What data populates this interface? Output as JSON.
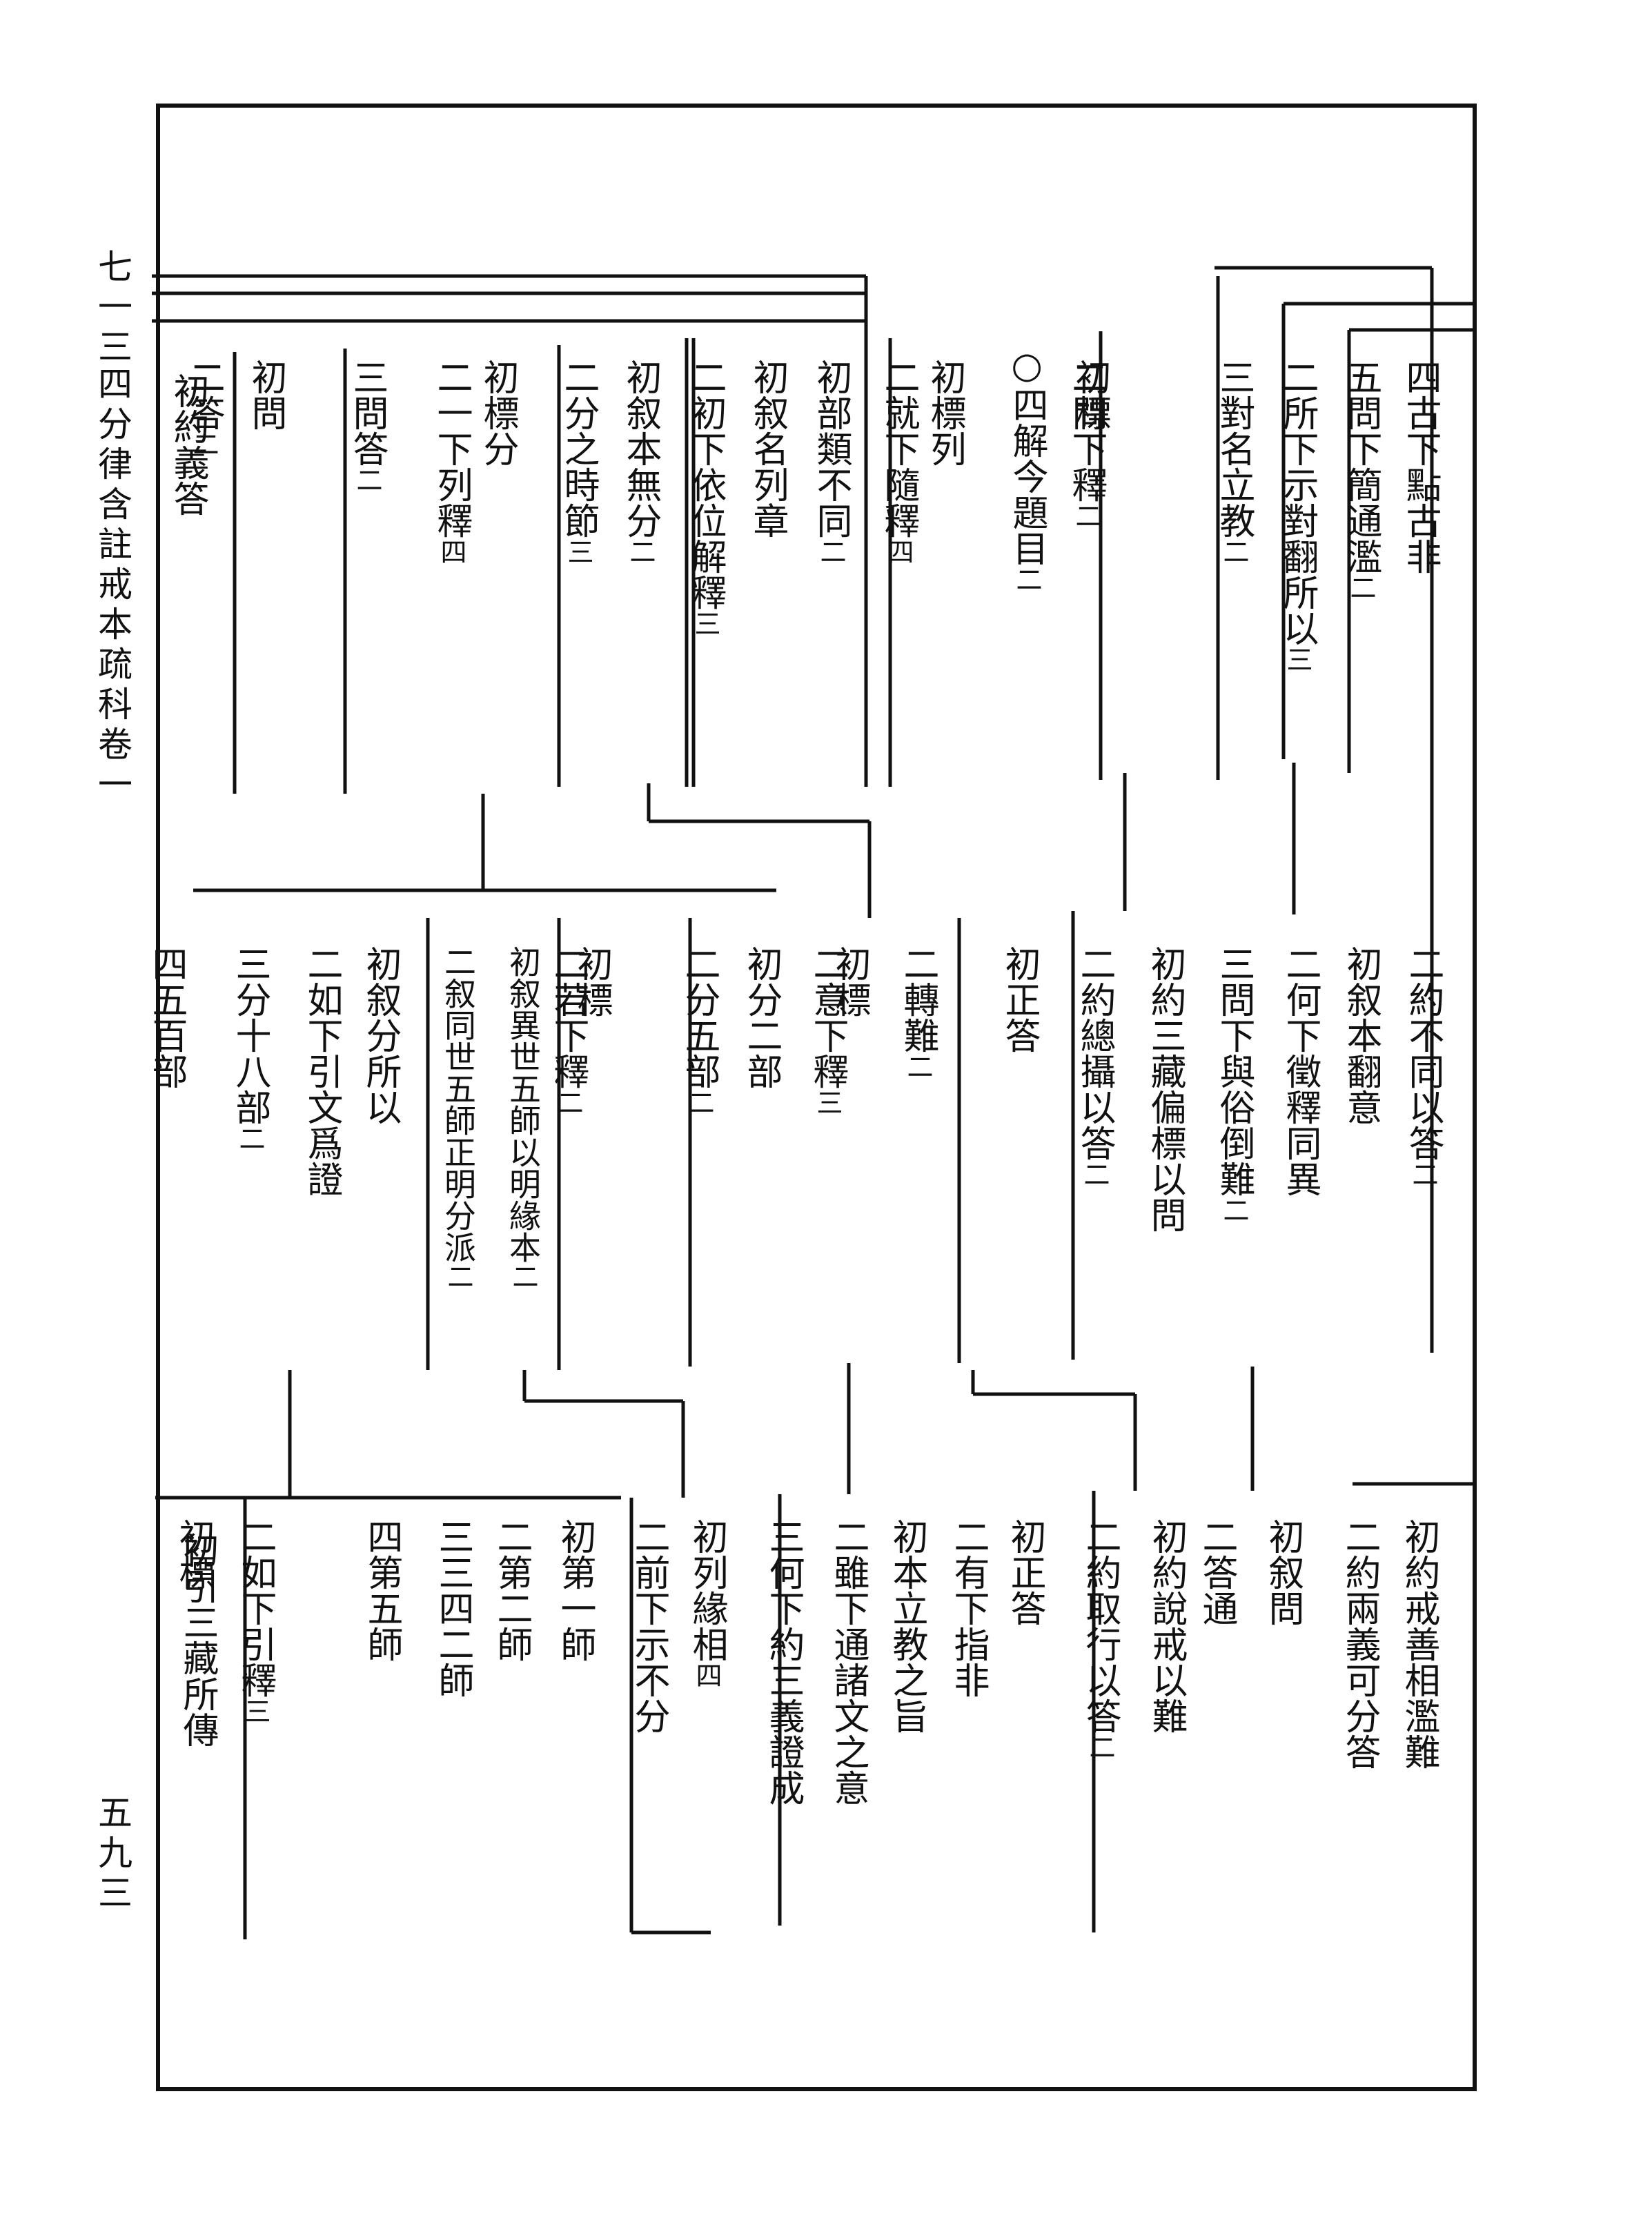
{
  "margin": {
    "folio_top": "七一三",
    "book_title": "四分律含註戒本疏科卷一",
    "page_number": "五九三"
  },
  "rows": [
    {
      "entries": [
        {
          "text": "四古下點古非",
          "num": ""
        },
        {
          "text": "五問下簡通濫",
          "num": "二"
        },
        {
          "text": "二所下示對翻所以",
          "num": "三"
        },
        {
          "text": "三對名立教",
          "num": "二"
        },
        {
          "text": "初標",
          "num": ""
        },
        {
          "text": "二問下釋",
          "num": "二"
        },
        {
          "text": "○四解今題目",
          "num": "二"
        },
        {
          "text": "初標列",
          "num": ""
        },
        {
          "text": "二就下隨釋",
          "num": "四"
        },
        {
          "text": "初部類不同",
          "num": "二"
        },
        {
          "text": "初叙名列章",
          "num": ""
        },
        {
          "text": "二初下依位解釋",
          "num": "三"
        },
        {
          "text": "初叙本無分",
          "num": "二"
        },
        {
          "text": "二分之時節",
          "num": "三"
        },
        {
          "text": "初標分",
          "num": ""
        },
        {
          "text": "二一下列釋",
          "num": "四"
        },
        {
          "text": "三問答",
          "num": "二"
        },
        {
          "text": "初問",
          "num": ""
        },
        {
          "text": "二答",
          "num": "二"
        },
        {
          "text": "初約義答",
          "num": ""
        }
      ]
    },
    {
      "entries": [
        {
          "text": "二約不同以答",
          "num": "二"
        },
        {
          "text": "初叙本翻意",
          "num": ""
        },
        {
          "text": "二何下徵釋同異",
          "num": ""
        },
        {
          "text": "三問下與俗倒難",
          "num": "二"
        },
        {
          "text": "初約三藏偏標以問",
          "num": ""
        },
        {
          "text": "二約總攝以答",
          "num": "二"
        },
        {
          "text": "初正答",
          "num": ""
        },
        {
          "text": "二轉難",
          "num": "二"
        },
        {
          "text": "初標",
          "num": ""
        },
        {
          "text": "二意下釋",
          "num": "三"
        },
        {
          "text": "初分二部",
          "num": ""
        },
        {
          "text": "二分五部",
          "num": "二"
        },
        {
          "text": "初標",
          "num": ""
        },
        {
          "text": "二若下釋",
          "num": "二"
        },
        {
          "text": "初叙異世五師以明緣本",
          "num": "二"
        },
        {
          "text": "二叙同世五師正明分派",
          "num": "二"
        },
        {
          "text": "初叙分所以",
          "num": ""
        },
        {
          "text": "二如下引文爲證",
          "num": ""
        },
        {
          "text": "三分十八部",
          "num": "二"
        },
        {
          "text": "四五百部",
          "num": ""
        }
      ]
    },
    {
      "entries": [
        {
          "text": "初約戒善相濫難",
          "num": ""
        },
        {
          "text": "二約兩義可分答",
          "num": ""
        },
        {
          "text": "初叙問",
          "num": ""
        },
        {
          "text": "二答通",
          "num": ""
        },
        {
          "text": "初約說戒以難",
          "num": ""
        },
        {
          "text": "二約取行以答",
          "num": "二"
        },
        {
          "text": "初正答",
          "num": ""
        },
        {
          "text": "二有下指非",
          "num": ""
        },
        {
          "text": "初本立教之旨",
          "num": ""
        },
        {
          "text": "二雖下通諸文之意",
          "num": ""
        },
        {
          "text": "三何下約三義證成",
          "num": ""
        },
        {
          "text": "初列緣相",
          "num": "四"
        },
        {
          "text": "二前下示不分",
          "num": ""
        },
        {
          "text": "初第一師",
          "num": ""
        },
        {
          "text": "二第二師",
          "num": ""
        },
        {
          "text": "三三四二師",
          "num": ""
        },
        {
          "text": "四第五師",
          "num": ""
        },
        {
          "text": "初標",
          "num": ""
        },
        {
          "text": "二如下引釋",
          "num": "三"
        },
        {
          "text": "初引三藏所傳",
          "num": ""
        }
      ]
    }
  ]
}
